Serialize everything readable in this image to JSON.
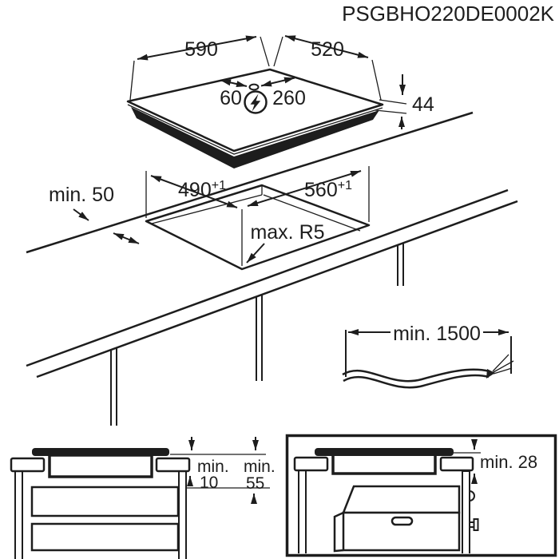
{
  "title": "PSGBHO220DE0002K",
  "colors": {
    "line": "#1d1d1d",
    "background": "#ffffff"
  },
  "hob_diagram": {
    "width": "590",
    "depth": "520",
    "cable_offset_left": "60",
    "cable_offset_right": "260",
    "height": "44",
    "power_icon": "lightning-bolt-icon"
  },
  "cutout_diagram": {
    "rear_clearance": "min. 50",
    "depth_value": "490",
    "depth_tolerance": "+1",
    "width_value": "560",
    "width_tolerance": "+1",
    "corner_radius": "max. R5"
  },
  "cable_diagram": {
    "length": "min. 1500"
  },
  "drawer_diagram": {
    "hob_gap_label": "min.",
    "hob_gap_value": "10",
    "drawer_gap_label": "min.",
    "drawer_gap_value": "55"
  },
  "oven_diagram": {
    "gap": "min. 28"
  }
}
